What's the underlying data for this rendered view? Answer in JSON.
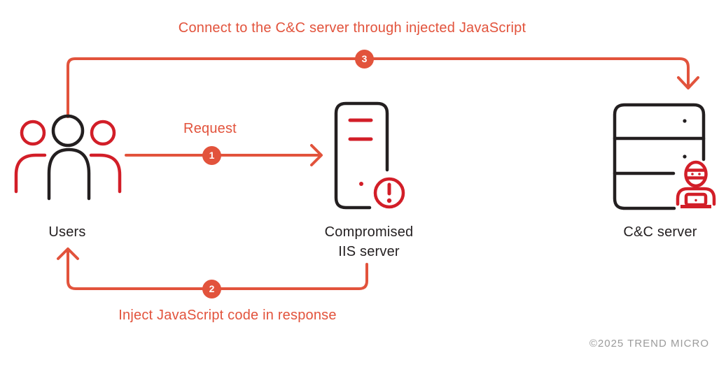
{
  "colors": {
    "accent_orange": "#E2533C",
    "icon_red": "#D21E28",
    "ink_black": "#231F20",
    "copyright_gray": "#9B9B9B"
  },
  "nodes": {
    "users": {
      "label": "Users"
    },
    "iis_server": {
      "label": "Compromised\nIIS server"
    },
    "cnc_server": {
      "label": "C&C server"
    }
  },
  "flows": [
    {
      "step": "1",
      "label": "Request",
      "from": "users",
      "to": "iis_server"
    },
    {
      "step": "2",
      "label": "Inject JavaScript code in response",
      "from": "iis_server",
      "to": "users"
    },
    {
      "step": "3",
      "label": "Connect to the C&C server through injected JavaScript",
      "from": "users",
      "to": "cnc_server"
    }
  ],
  "footer": {
    "copyright": "©2025 TREND MICRO"
  }
}
